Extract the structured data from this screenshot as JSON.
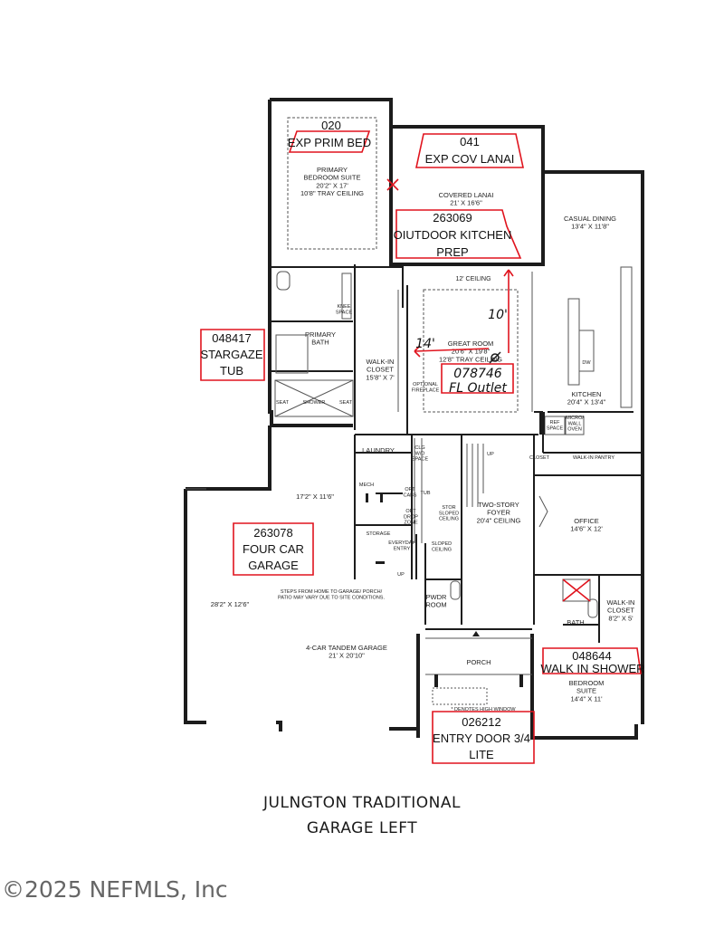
{
  "rooms": {
    "primary_bedroom": "PRIMARY\nBEDROOM SUITE\n20'2\" X 17'\n10'8\" TRAY CEILING",
    "covered_lanai": "COVERED LANAI\n21' X 16'6\"",
    "casual_dining": "CASUAL DINING\n13'4\" X 11'8\"",
    "great_room": "GREAT ROOM\n20'6\" X 19'8\"\n12'8\" TRAY CEILING",
    "twelve_ceiling": "12' CEILING",
    "kitchen": "KITCHEN\n20'4\" X 13'4\"",
    "primary_bath": "PRIMARY\nBATH",
    "knee_space": "KNEE\nSPACE",
    "walk_in_closet_primary": "WALK-IN\nCLOSET\n15'8\" X 7'",
    "seat_left": "SEAT",
    "shower": "SHOWER",
    "seat_right": "SEAT",
    "optional_fireplace": "OPTIONAL\nFIREPLACE",
    "dw": "DW",
    "ref_space": "REF\nSPACE",
    "micro_wall_oven": "MICRO/\nWALL\nOVEN",
    "laundry": "LAUNDRY",
    "clg_wd_space": "CLG\nW/D\nSPACE",
    "up_stair": "UP",
    "closet": "CLOSET",
    "walk_in_pantry": "WALK-IN PANTRY",
    "mech": "MECH",
    "opt_cabs": "OPT\nCABS",
    "tub": "TUB",
    "stor_sloped": "STOR\nSLOPED\nCEILING",
    "opt_drop_zone": "OPT\nDROP\nZONE",
    "two_story_foyer": "TWO-STORY\nFOYER\n20'4\" CEILING",
    "office": "OFFICE\n14'6\" X 12'",
    "garage_top_dim": "17'2\" X 11'6\"",
    "storage": "STORAGE",
    "everyday_entry": "EVERYDAY\nENTRY",
    "sloped_ceiling": "SLOPED\nCEILING",
    "up_garage": "UP",
    "steps_note": "STEPS FROM HOME TO GARAGE/ PORCH/\nPATIO MAY VARY DUE TO SITE CONDITIONS.",
    "garage_left_dim": "28'2\" X 12'6\"",
    "pwdr_room": "PWDR\nROOM",
    "bath": "BATH",
    "walk_in_closet_suite": "WALK-IN\nCLOSET\n8'2\" X 5'",
    "tandem_garage": "4-CAR TANDEM GARAGE\n21' X 20'10\"",
    "porch": "PORCH",
    "bedroom_suite": "BEDROOM\nSUITE\n14'4\" X 11'",
    "high_window": "* DENOTES HIGH WINDOW"
  },
  "tags": {
    "exp_prim_bed_code": "020",
    "exp_prim_bed": "EXP PRIM BED",
    "exp_cov_lanai_code": "041",
    "exp_cov_lanai": "EXP COV LANAI",
    "outdoor_kitchen": "263069\nOIUTDOOR KITCHEN\nPREP",
    "stargaze_tub": "048417\nSTARGAZE\nTUB",
    "fl_outlet": "078746\nFL Outlet",
    "four_car_garage": "263078\nFOUR CAR\nGARAGE",
    "walk_in_shower_code": "048644",
    "walk_in_shower": "WALK IN SHOWER",
    "entry_door_code": "026212",
    "entry_door": "ENTRY DOOR 3/4\nLITE",
    "mark_14": "14'",
    "mark_10": "10'"
  },
  "footer": {
    "title_line1": "JULNGTON TRADITIONAL",
    "title_line2": "GARAGE LEFT",
    "copyright": "©2025 NEFMLS, Inc"
  },
  "colors": {
    "wall": "#1c1c1c",
    "markup": "#e0141e",
    "thin": "#555555"
  }
}
